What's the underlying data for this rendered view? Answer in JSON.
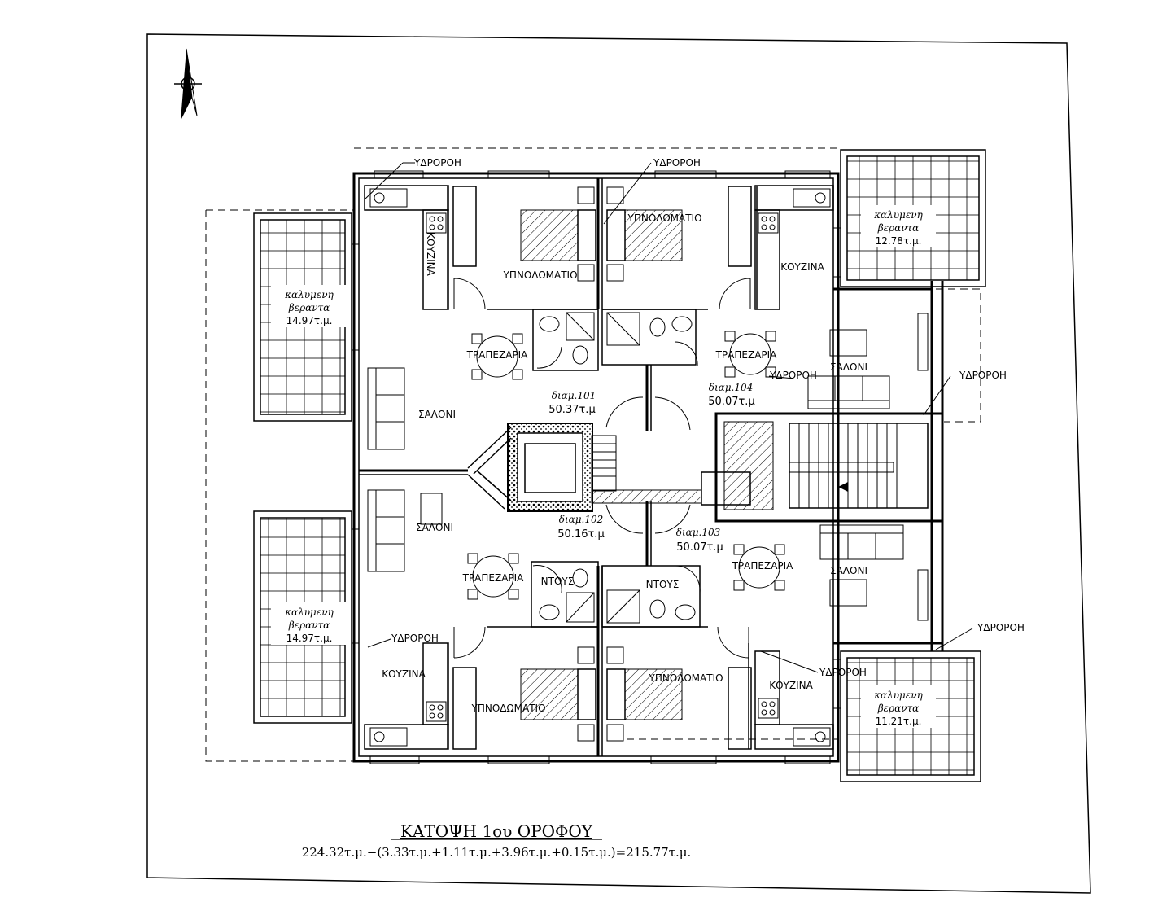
{
  "drawing": {
    "title": "ΚΑΤΟΨΗ 1ου ΟΡΟΦΟΥ",
    "area_formula": "224.32τ.μ.−(3.33τ.μ.+1.11τ.μ.+3.96τ.μ.+0.15τ.μ.)=215.77τ.μ."
  },
  "apartments": [
    {
      "name": "διαμ.101",
      "area": "50.37τ.μ"
    },
    {
      "name": "διαμ.102",
      "area": "50.16τ.μ"
    },
    {
      "name": "διαμ.103",
      "area": "50.07τ.μ"
    },
    {
      "name": "διαμ.104",
      "area": "50.07τ.μ"
    }
  ],
  "verandas": [
    {
      "line1": "καλυμενη",
      "line2": "βεραντα",
      "area": "14.97τ.μ."
    },
    {
      "line1": "καλυμενη",
      "line2": "βεραντα",
      "area": "14.97τ.μ."
    },
    {
      "line1": "καλυμενη",
      "line2": "βεραντα",
      "area": "12.78τ.μ."
    },
    {
      "line1": "καλυμενη",
      "line2": "βεραντα",
      "area": "11.21τ.μ."
    }
  ],
  "rooms": {
    "bedroom": "ΥΠΝΟΔΩΜΑΤΙΟ",
    "kitchen": "ΚΟΥΖΙΝΑ",
    "dining": "ΤΡΑΠΕΖΑΡΙΑ",
    "living": "ΣΑΛΟΝΙ",
    "shower": "ΝΤΟΥΣ",
    "ceiling": "ΥΔΡΟΡΟΗ"
  },
  "colors": {
    "ink": "#000000",
    "paper": "#ffffff"
  },
  "icons": [
    "north-arrow-icon",
    "bed-icon",
    "sink-icon",
    "toilet-icon",
    "shower-icon",
    "table-icon",
    "sofa-icon",
    "stair-icon",
    "elevator-icon"
  ]
}
